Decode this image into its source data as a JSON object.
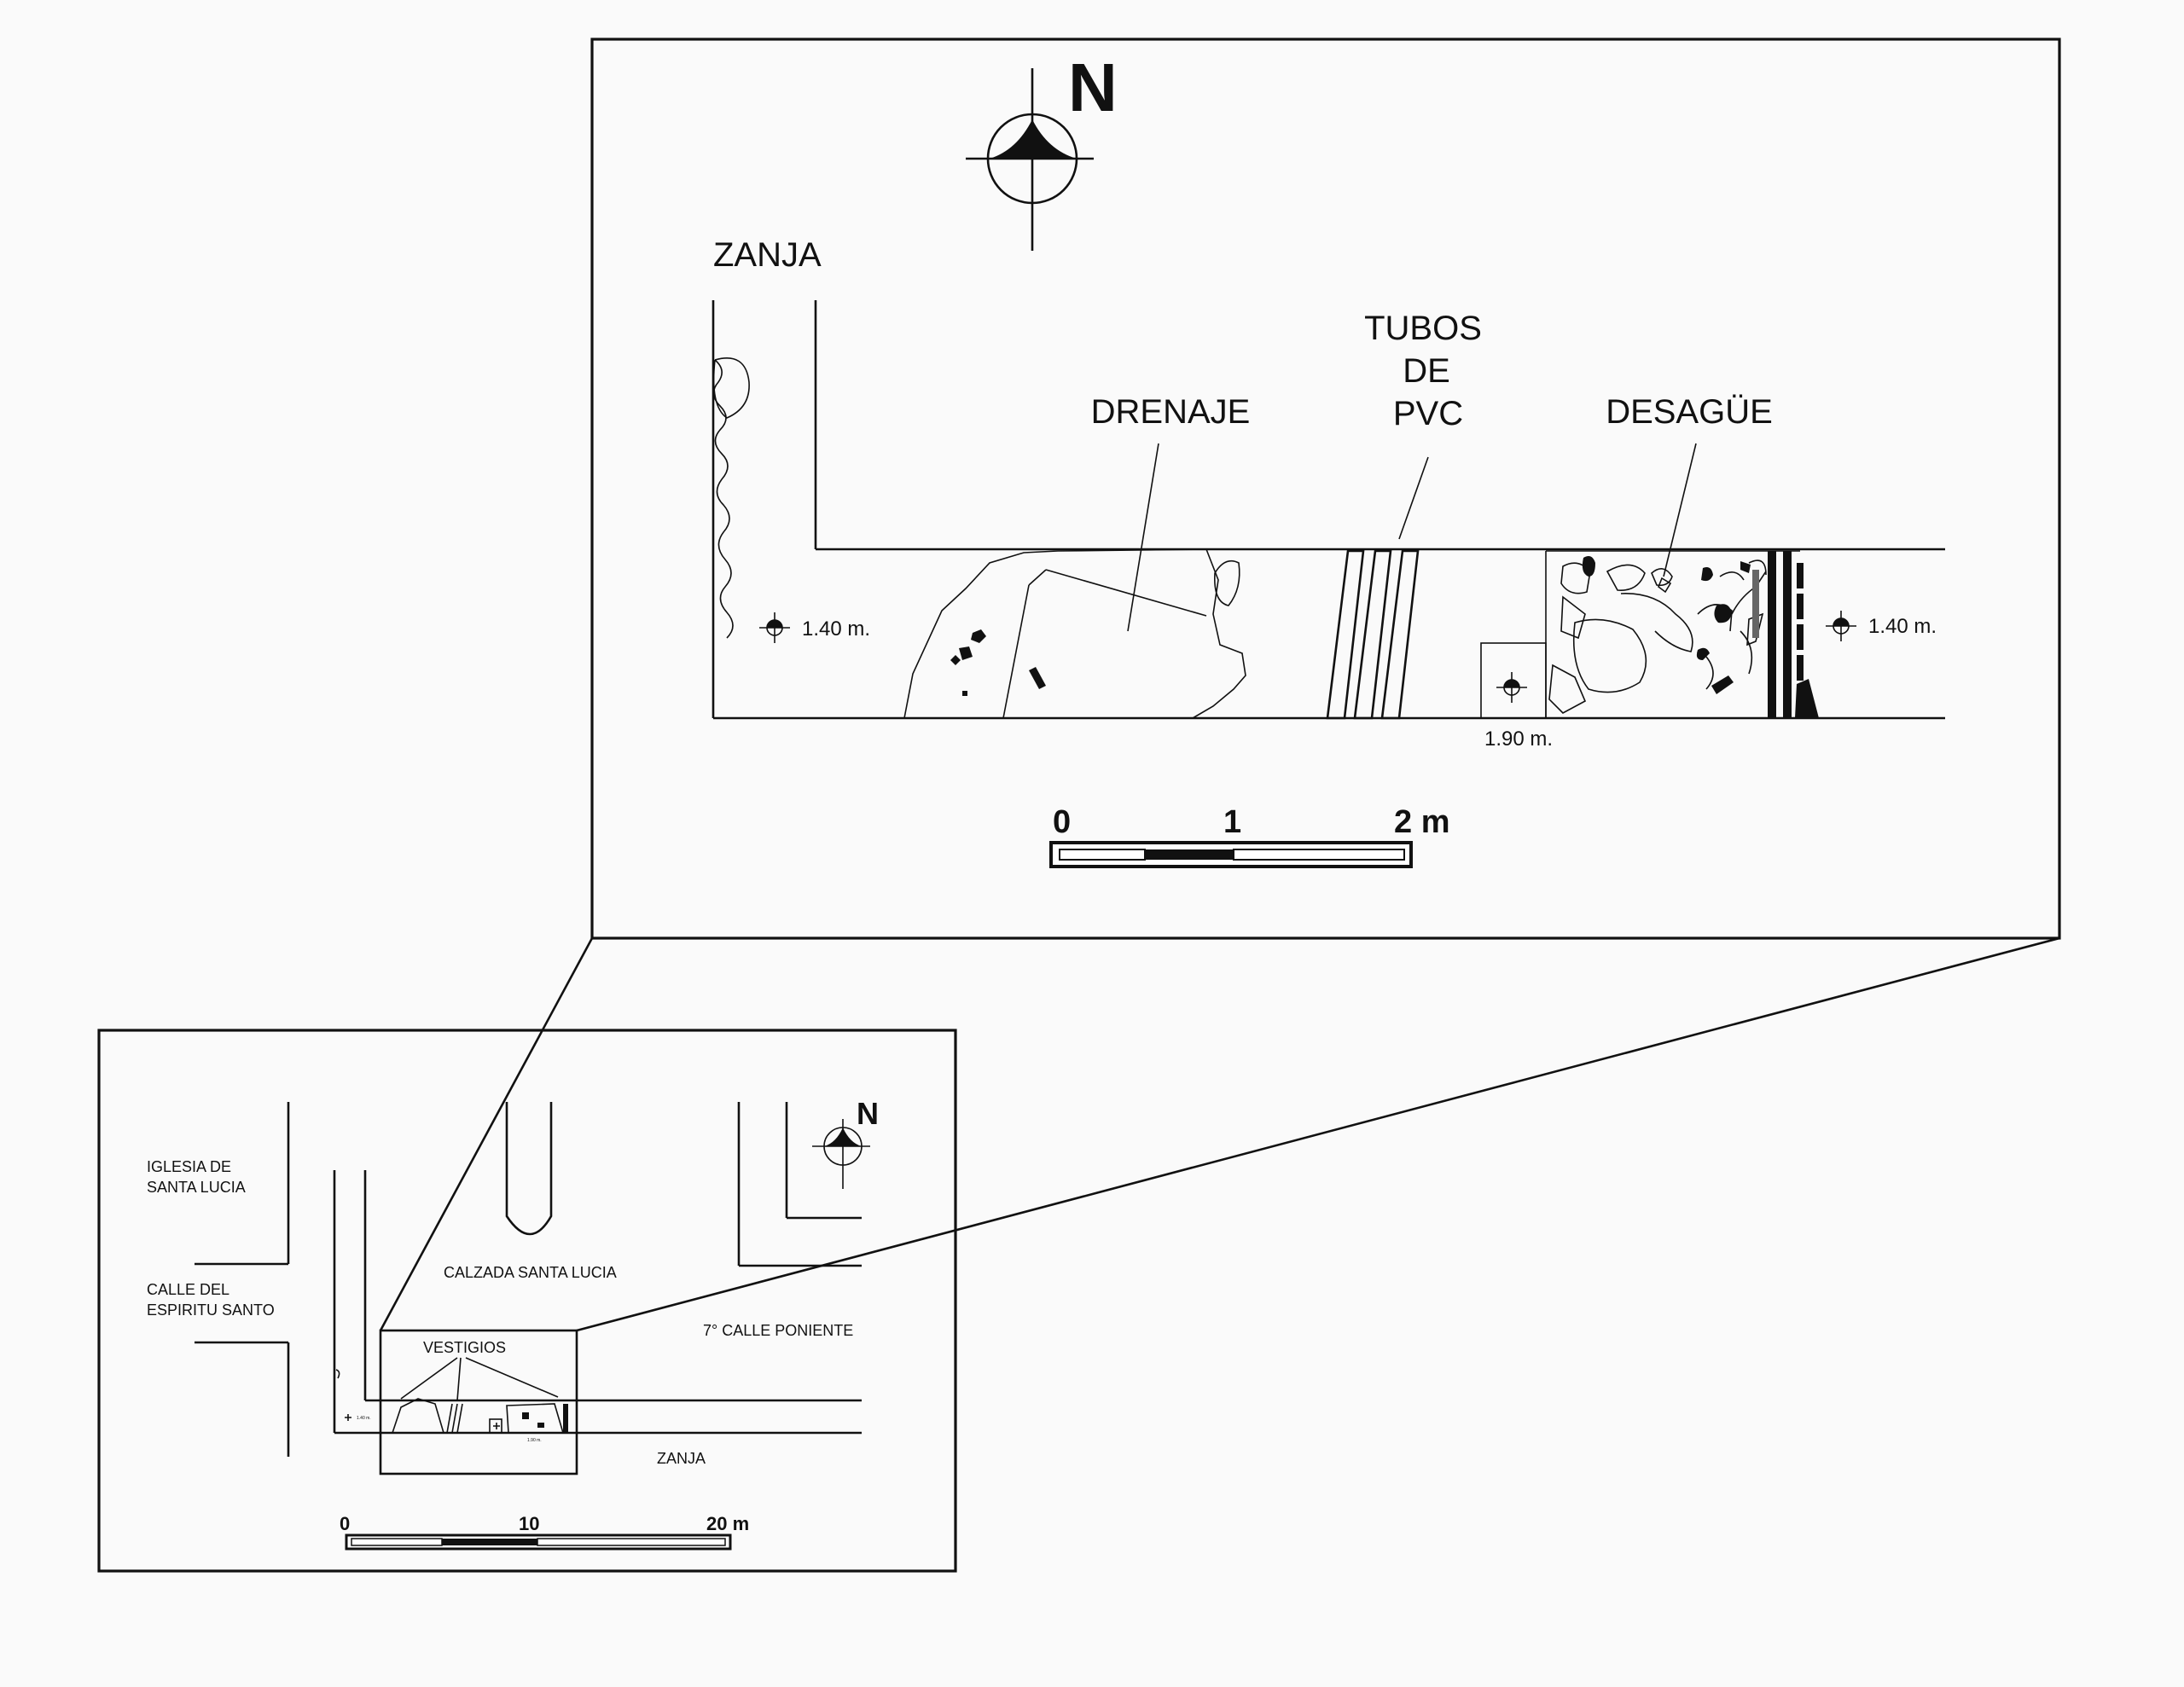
{
  "detail": {
    "north_label": "N",
    "labels": {
      "zanja": "ZANJA",
      "drenaje": "DRENAJE",
      "tubos_line1": "TUBOS",
      "tubos_line2": "DE",
      "tubos_line3": "PVC",
      "desague": "DESAGÜE"
    },
    "datum_left": "1.40 m.",
    "datum_right": "1.40 m.",
    "datum_bottom": "1.90 m.",
    "scale_ticks": [
      "0",
      "1",
      "2 m"
    ]
  },
  "overview": {
    "north_label": "N",
    "labels": {
      "iglesia_line1": "IGLESIA DE",
      "iglesia_line2": "SANTA LUCIA",
      "calle_line1": "CALLE DEL",
      "calle_line2": "ESPIRITU SANTO",
      "calzada": "CALZADA SANTA LUCIA",
      "poniente": "7° CALLE PONIENTE",
      "vestigios": "VESTIGIOS",
      "zanja": "ZANJA"
    },
    "datum_left": "1.40 m.",
    "datum_bottom": "1.90 m.",
    "scale_ticks": [
      "0",
      "10",
      "20 m"
    ]
  }
}
